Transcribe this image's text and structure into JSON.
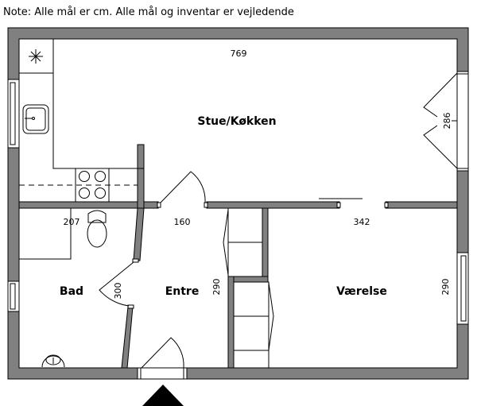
{
  "note": "Note: Alle mål er cm. Alle mål og inventar er vejledende",
  "rooms": {
    "stue": "Stue/Køkken",
    "bad": "Bad",
    "entre": "Entre",
    "vaerelse": "Værelse"
  },
  "dimensions": {
    "stue_width": "769",
    "stue_depth": "286",
    "bad_width": "207",
    "bad_depth": "300",
    "entre_width": "160",
    "entre_depth": "290",
    "vaerelse_width": "342",
    "vaerelse_depth": "290"
  },
  "colors": {
    "wall": "#808080"
  }
}
